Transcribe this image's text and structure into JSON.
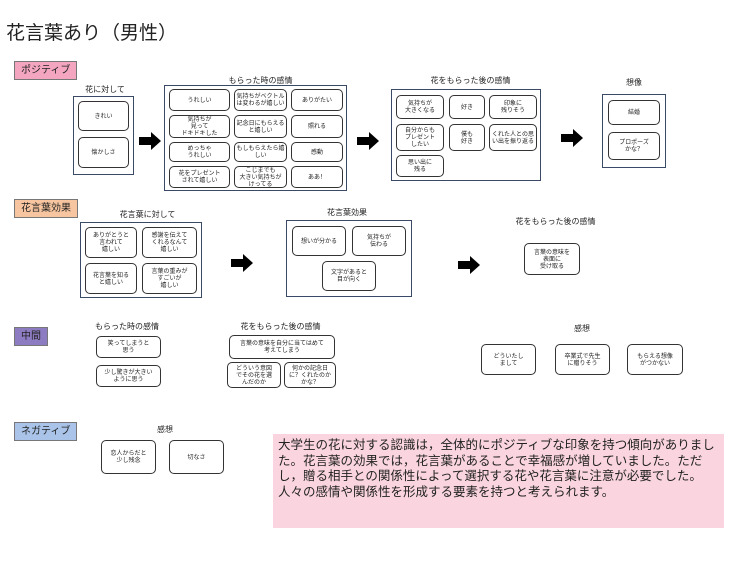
{
  "title": "花言葉あり（男性）",
  "sections": {
    "positive": {
      "tag": "ポジティブ",
      "groups": {
        "flower": {
          "heading": "花に対して",
          "items": [
            "きれい",
            "懐かしさ"
          ]
        },
        "received": {
          "heading": "もらった時の感情",
          "items": [
            "うれしい",
            "気持ちがベクトルは変わるが嬉しい",
            "ありがたい",
            "気持ちが\n見って\nドキドキした",
            "記念日にもらえると嬉しい",
            "照れる",
            "めっちゃ\nうれしい",
            "もしもらえたら嬉しい",
            "感動",
            "花をプレゼント\nされて嬉しい",
            "こじまでも\n大きい気持ちが\nけってる",
            "ああ！"
          ]
        },
        "after": {
          "heading": "花をもらった後の感情",
          "items": [
            "気持ちが\n大きくなる",
            "好き",
            "印象に\n残りそう",
            "自分からも\nプレゼント\nしたい",
            "僕も\n好き",
            "くれた人との思い出を振り返る",
            "思い出に\n残る"
          ]
        },
        "impression": {
          "heading": "想像",
          "items": [
            "結婚",
            "プロポーズ\nかな？"
          ]
        }
      }
    },
    "effect": {
      "tag": "花言葉効果",
      "groups": {
        "toward": {
          "heading": "花言葉に対して",
          "items": [
            "ありがとうと\n言われて\n嬉しい",
            "感謝を伝えて\nくれるなんて\n嬉しい",
            "花言葉を知る\nと嬉しい",
            "言葉の重みが\nすごいが\n嬉しい"
          ]
        },
        "effect": {
          "heading": "花言葉効果",
          "items": [
            "想いが分かる",
            "気持ちが\n伝わる",
            "文字があると\n目が向く"
          ]
        },
        "after": {
          "heading": "花をもらった後の感情",
          "items": [
            "言葉の意味を\n表面に\n受け取る"
          ]
        }
      }
    },
    "middle": {
      "tag": "中間",
      "groups": {
        "received": {
          "heading": "もらった時の感情",
          "items": [
            "笑ってしまうと\n思う",
            "少し驚きが大きい\nように思う"
          ]
        },
        "after": {
          "heading": "花をもらった後の感情",
          "items": [
            "言葉の意味を自分に当てはめて\n考えてしまう",
            "どういう意図\nでその花を選\nんだのか",
            "何かの記念日\nに？くれたのか\nかな？"
          ]
        },
        "impression": {
          "heading": "感想",
          "items": [
            "どういたし\nまして",
            "卒業式で先生\nに贈りそう",
            "もらえる想像\nがつかない"
          ]
        }
      }
    },
    "negative": {
      "tag": "ネガティブ",
      "groups": {
        "impression": {
          "heading": "感想",
          "items": [
            "恋人からだと\n少し残念",
            "切なさ"
          ]
        }
      }
    }
  },
  "summary": "大学生の花に対する認識は，全体的にポジティブな印象を持つ傾向がありました。花言葉の効果では，花言葉があることで幸福感が増していました。ただし，贈る相手との関係性によって選択する花や花言葉に注意が必要でした。人々の感情や関係性を形成する要素を持つと考えられます。"
}
